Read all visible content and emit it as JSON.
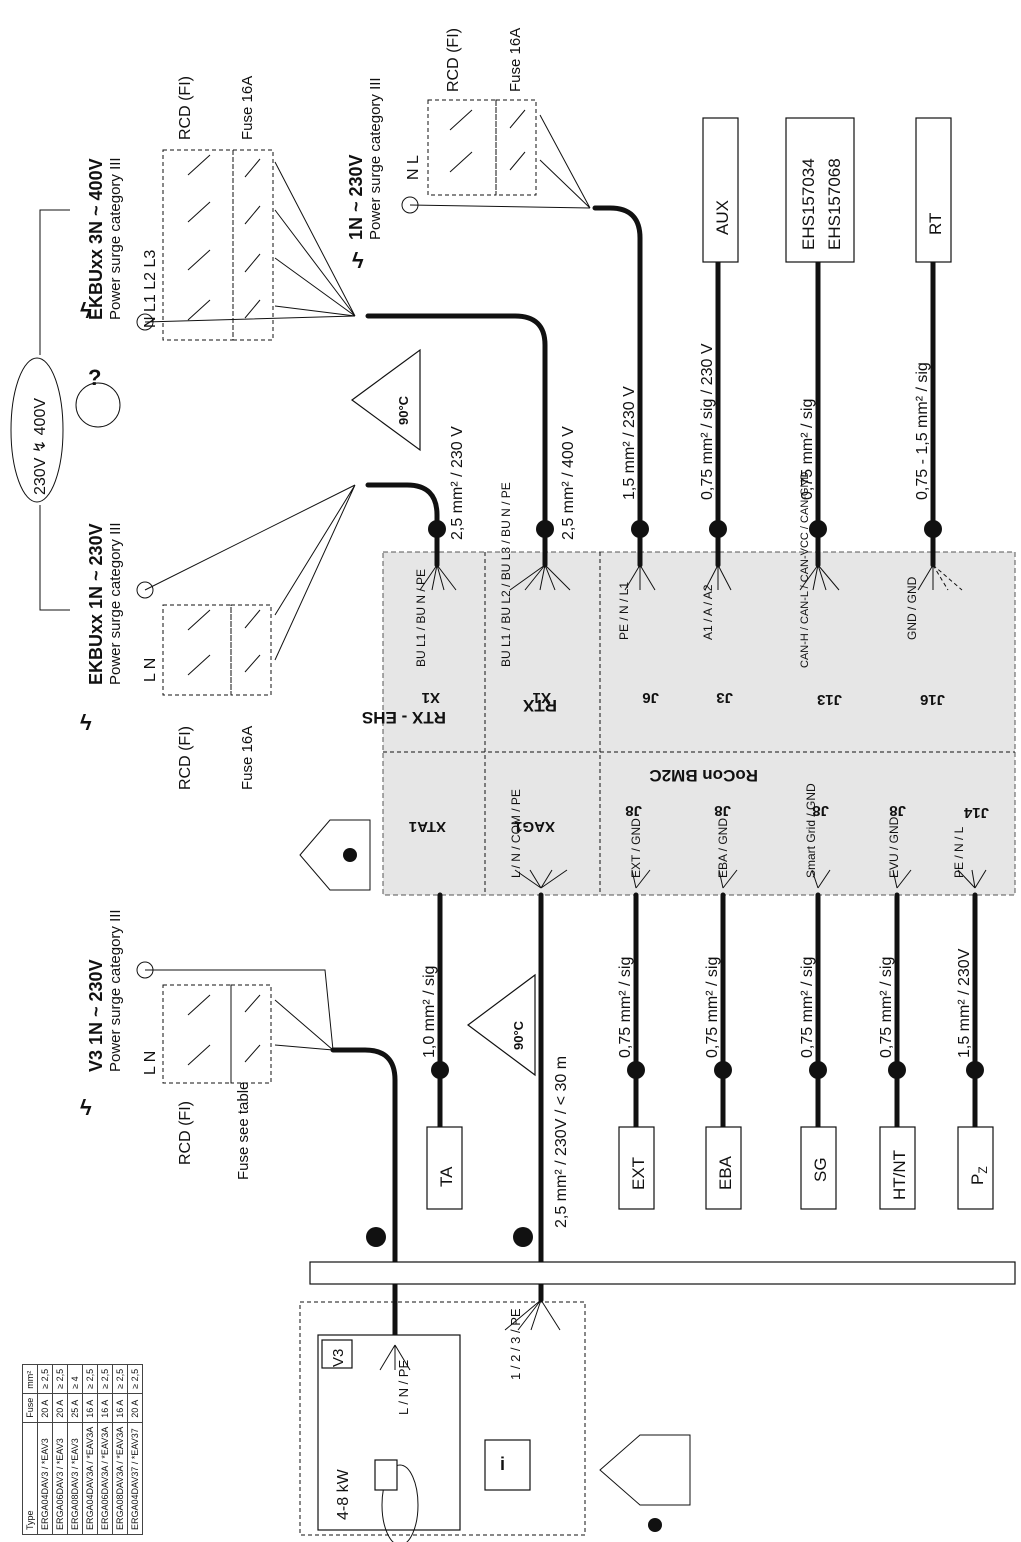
{
  "supplies": {
    "ekbu3": {
      "title": "EKBUxx  3N ~ 400V",
      "sub": "Power surge category III",
      "rcd": "RCD (FI)",
      "fuse": "Fuse 16A",
      "terms": [
        "N",
        "L1",
        "L2",
        "L3"
      ]
    },
    "ekbu1": {
      "title": "EKBUxx  1N ~ 230V",
      "sub": "Power surge category III",
      "rcd": "RCD (FI)",
      "fuse": "Fuse 16A",
      "terms": [
        "L",
        "N"
      ]
    },
    "aux1n": {
      "title": "1N ~ 230V",
      "sub": "Power surge category III",
      "rcd": "RCD (FI)",
      "fuse": "Fuse 16A",
      "terms": [
        "N",
        "L"
      ]
    },
    "v3": {
      "title": "V3 1N ~ 230V",
      "sub": "Power surge category III",
      "rcd": "RCD (FI)",
      "fuse": "Fuse see table",
      "terms": [
        "L",
        "N"
      ]
    }
  },
  "cloud": {
    "text": "230V ↯ 400V"
  },
  "warning_temp": "90°C",
  "cables": {
    "c1": "2,5 mm² / 230 V",
    "c2": "2,5 mm² / 400 V",
    "c3": "1,5 mm² / 230 V",
    "c4": "0,75 mm² / sig / 230 V",
    "c5": "0,75 mm² / sig",
    "c6": "0,75 - 1,5 mm² / sig",
    "ta": "1,0 mm² / sig",
    "xag": "2,5 mm² / 230V / < 30 m",
    "ext": "0,75 mm² / sig",
    "eba": "0,75 mm² / sig",
    "sg": "0,75 mm² / sig",
    "htnt": "0,75 mm² / sig",
    "pz": "1,5 mm² / 230V"
  },
  "devices": {
    "aux": "AUX",
    "ehs1": "EHS157034",
    "ehs2": "EHS157068",
    "rt": "RT",
    "ta": "TA",
    "ext": "EXT",
    "eba": "EBA",
    "sg": "SG",
    "htnt": "HT/NT",
    "pz": "P",
    "pz_sub": "Z"
  },
  "panel": {
    "rtx_ehs": "RTX - EHS",
    "rtx": "RTX",
    "rocon": "RoCon BM2C",
    "x1a": "X1",
    "x1b": "X1",
    "j6": "J6",
    "j3": "J3",
    "j13": "J13",
    "j16": "J16",
    "xta1": "XTA1",
    "xag1": "XAG1",
    "j8a": "J8",
    "j8b": "J8",
    "j8c": "J8",
    "j8d": "J8",
    "j14": "J14",
    "x1a_pins": "BU L1 / BU N / PE",
    "x1b_pins": "BU L1 / BU L2 / BU L3 / BU N / PE",
    "j6_pins": "PE / N / L1",
    "j3_pins": "A1 / A / A2",
    "j13_pins": "CAN-H / CAN-L / CAN-VCC / CAN-GND",
    "j16_pins": "GND / GND",
    "xag1_pins": "L / N / COM / PE",
    "ext_pins": "EXT / GND",
    "eba_pins": "EBA / GND",
    "sg_pins": "Smart Grid / GND",
    "evu_pins": "EVU / GND",
    "j14_pins": "PE / N / L"
  },
  "outdoor": {
    "v3": "V3",
    "power": "4-8 kW",
    "pins": "L / N / PE",
    "pins2": "1 / 2 / 3 / PE"
  },
  "table": {
    "headers": [
      "Type",
      "Fuse",
      "mm²"
    ],
    "rows": [
      [
        "ERGA04DAV3 / *EAV3",
        "20 A",
        "≥ 2,5"
      ],
      [
        "ERGA06DAV3 / *EAV3",
        "20 A",
        "≥ 2,5"
      ],
      [
        "ERGA08DAV3 / *EAV3",
        "25 A",
        "≥ 4"
      ],
      [
        "ERGA04DAV3A / *EAV3A",
        "16 A",
        "≥ 2,5"
      ],
      [
        "ERGA06DAV3A / *EAV3A",
        "16 A",
        "≥ 2,5"
      ],
      [
        "ERGA08DAV3A / *EAV3A",
        "16 A",
        "≥ 2,5"
      ],
      [
        "ERGA04DAV37 / *EAV37",
        "20 A",
        "≥ 2,5"
      ]
    ]
  }
}
